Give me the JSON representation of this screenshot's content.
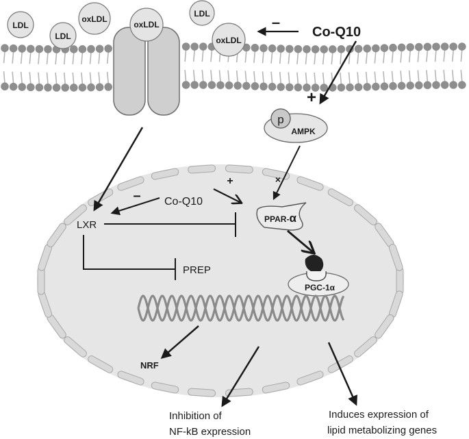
{
  "particles": {
    "ldl_left": "LDL",
    "oxldl_left": "oxLDL",
    "ldl_mid": "LDL",
    "ldl_right": "LDL",
    "oxldl_right": "oxLDL",
    "oxldl_receptor": "oxLDL"
  },
  "membrane": {
    "coq10_label": "Co-Q10",
    "inhibit_sign": "–",
    "activate_sign": "+"
  },
  "ampk": {
    "p_label": "p",
    "label": "AMPK"
  },
  "nucleus": {
    "coq10_label": "Co-Q10",
    "minus_sign": "–",
    "plus_sign": "+",
    "ampk_ppar_sign": "×",
    "lxr_label": "LXR",
    "ppar_label": "PPAR-",
    "ppar_alpha": "α",
    "prep_label": "PREP",
    "pgc_label": "PGC-1α",
    "nrf_label": "NRF"
  },
  "outputs": {
    "inhibition_line1": "Inhibition of",
    "inhibition_line2": "NF-kB expression",
    "induces_line1": "Induces expression of",
    "induces_line2": "lipid metabolizing genes"
  },
  "colors": {
    "membrane_head": "#8e8e8e",
    "nucleus_fill": "#e6e6e6",
    "envelope_fill": "#d9d9d9",
    "dna_strand": "#8a8a8a",
    "arrow": "#1a1a1a"
  }
}
